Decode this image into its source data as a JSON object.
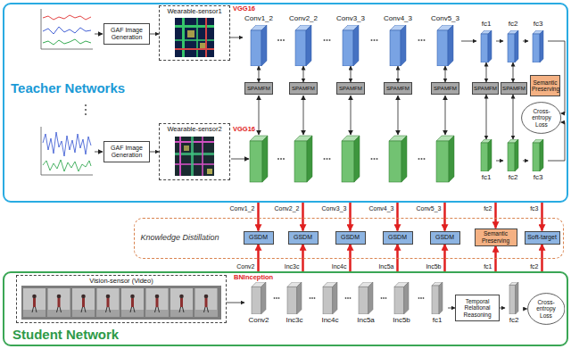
{
  "diagram": {
    "nodes": [
      {
        "text": [
          "Teacher Networks"
        ]
      },
      {
        "text": [
          "Wearable-sensor1"
        ],
        "in": 0
      },
      {
        "text": [
          "GAF Image Generation"
        ],
        "in": 0
      },
      {
        "text": [
          "Conv1_2"
        ],
        "in": 0
      },
      {
        "text": [
          "Conv2_2"
        ],
        "in": 0
      },
      {
        "text": [
          "Conv3_3"
        ],
        "in": 0
      },
      {
        "text": [
          "Conv4_3"
        ],
        "in": 0
      },
      {
        "text": [
          "Conv5_3"
        ],
        "in": 0
      },
      {
        "text": [
          "fc1"
        ],
        "in": 0
      },
      {
        "text": [
          "fc2"
        ],
        "in": 0
      },
      {
        "text": [
          "fc3"
        ],
        "in": 0
      },
      {
        "text": [
          "SPAMFM"
        ],
        "in": 0
      },
      {
        "text": [
          "SPAMFM"
        ],
        "in": 0
      },
      {
        "text": [
          "SPAMFM"
        ],
        "in": 0
      },
      {
        "text": [
          "SPAMFM"
        ],
        "in": 0
      },
      {
        "text": [
          "SPAMFM"
        ],
        "in": 0
      },
      {
        "text": [
          "SPAMFM"
        ],
        "in": 0
      },
      {
        "text": [
          "SPAMFM"
        ],
        "in": 0
      },
      {
        "text": [
          "Semantic Preserving"
        ],
        "in": 0
      },
      {
        "text": [
          "Cross-entropy Loss"
        ],
        "in": 0
      },
      {
        "text": [
          "Wearable-sensor2"
        ],
        "in": 0
      },
      {
        "text": [
          "GAF Image Generation"
        ],
        "in": 0
      },
      {
        "text": [
          "fc1"
        ],
        "in": 0
      },
      {
        "text": [
          "fc2"
        ],
        "in": 0
      },
      {
        "text": [
          "fc3"
        ],
        "in": 0
      },
      {
        "text": [
          "Knowledge Distillation"
        ]
      },
      {
        "text": [
          "GSDM"
        ],
        "in": 25
      },
      {
        "text": [
          "GSDM"
        ],
        "in": 25
      },
      {
        "text": [
          "GSDM"
        ],
        "in": 25
      },
      {
        "text": [
          "GSDM"
        ],
        "in": 25
      },
      {
        "text": [
          "GSDM"
        ],
        "in": 25
      },
      {
        "text": [
          "Semantic Preserving"
        ],
        "in": 25
      },
      {
        "text": [
          "Soft-target"
        ],
        "in": 25
      },
      {
        "text": [
          "Student Network"
        ]
      },
      {
        "text": [
          "Vision-sensor (Video)"
        ],
        "in": 33
      },
      {
        "text": [
          "Conv2"
        ],
        "in": 33
      },
      {
        "text": [
          "Inc3c"
        ],
        "in": 33
      },
      {
        "text": [
          "Inc4c"
        ],
        "in": 33
      },
      {
        "text": [
          "Inc5a"
        ],
        "in": 33
      },
      {
        "text": [
          "Inc5b"
        ],
        "in": 33
      },
      {
        "text": [
          "fc1"
        ],
        "in": 33
      },
      {
        "text": [
          "Temporal Relational Reasoning"
        ],
        "in": 33
      },
      {
        "text": [
          "fc2"
        ],
        "in": 33
      },
      {
        "text": [
          "Cross-entropy Loss"
        ],
        "in": 33
      }
    ],
    "edges": [
      {
        "from": 2,
        "to": 1,
        "arrow": "to"
      },
      {
        "from": 1,
        "to": 3,
        "arrow": "to"
      },
      {
        "from": 7,
        "to": 8,
        "arrow": "to"
      },
      {
        "from": 8,
        "to": 9,
        "arrow": "to"
      },
      {
        "from": 9,
        "to": 10,
        "arrow": "to"
      },
      {
        "from": 10,
        "to": 19,
        "arrow": "to"
      },
      {
        "from": 3,
        "to": 11,
        "arrow": "both"
      },
      {
        "from": 4,
        "to": 12,
        "arrow": "both"
      },
      {
        "from": 5,
        "to": 13,
        "arrow": "both"
      },
      {
        "from": 6,
        "to": 14,
        "arrow": "both"
      },
      {
        "from": 7,
        "to": 15,
        "arrow": "both"
      },
      {
        "from": 8,
        "to": 16,
        "arrow": "both"
      },
      {
        "from": 9,
        "to": 17,
        "arrow": "both"
      },
      {
        "from": 21,
        "to": 20,
        "arrow": "to"
      },
      {
        "from": 22,
        "to": 23,
        "arrow": "to"
      },
      {
        "from": 23,
        "to": 24,
        "arrow": "to"
      },
      {
        "from": 24,
        "to": 19,
        "arrow": "to"
      },
      {
        "from": 16,
        "to": 22,
        "arrow": "both"
      },
      {
        "from": 17,
        "to": 23,
        "arrow": "both"
      },
      {
        "from": 0,
        "to": 26,
        "arrow": "to",
        "label": "Conv1_2"
      },
      {
        "from": 0,
        "to": 27,
        "arrow": "to",
        "label": "Conv2_2"
      },
      {
        "from": 0,
        "to": 28,
        "arrow": "to",
        "label": "Conv3_3"
      },
      {
        "from": 0,
        "to": 29,
        "arrow": "to",
        "label": "Conv4_3"
      },
      {
        "from": 0,
        "to": 30,
        "arrow": "to",
        "label": "Conv5_3"
      },
      {
        "from": 0,
        "to": 31,
        "arrow": "to",
        "label": "fc2"
      },
      {
        "from": 0,
        "to": 32,
        "arrow": "to",
        "label": "fc3"
      },
      {
        "from": 33,
        "to": 26,
        "arrow": "to",
        "label": "Conv2"
      },
      {
        "from": 33,
        "to": 27,
        "arrow": "to",
        "label": "Inc3c"
      },
      {
        "from": 33,
        "to": 28,
        "arrow": "to",
        "label": "Inc4c"
      },
      {
        "from": 33,
        "to": 29,
        "arrow": "to",
        "label": "Inc5a"
      },
      {
        "from": 33,
        "to": 30,
        "arrow": "to",
        "label": "Inc5b"
      },
      {
        "from": 33,
        "to": 31,
        "arrow": "to",
        "label": "fc1"
      },
      {
        "from": 33,
        "to": 32,
        "arrow": "to",
        "label": "fc2"
      },
      {
        "from": 34,
        "to": 35,
        "arrow": "to"
      },
      {
        "from": 40,
        "to": 41,
        "arrow": "to"
      },
      {
        "from": 41,
        "to": 42,
        "arrow": "to"
      },
      {
        "from": 42,
        "to": 43,
        "arrow": "to"
      }
    ],
    "labels": [
      "VGG16",
      "VGG16",
      "BNInception"
    ]
  }
}
